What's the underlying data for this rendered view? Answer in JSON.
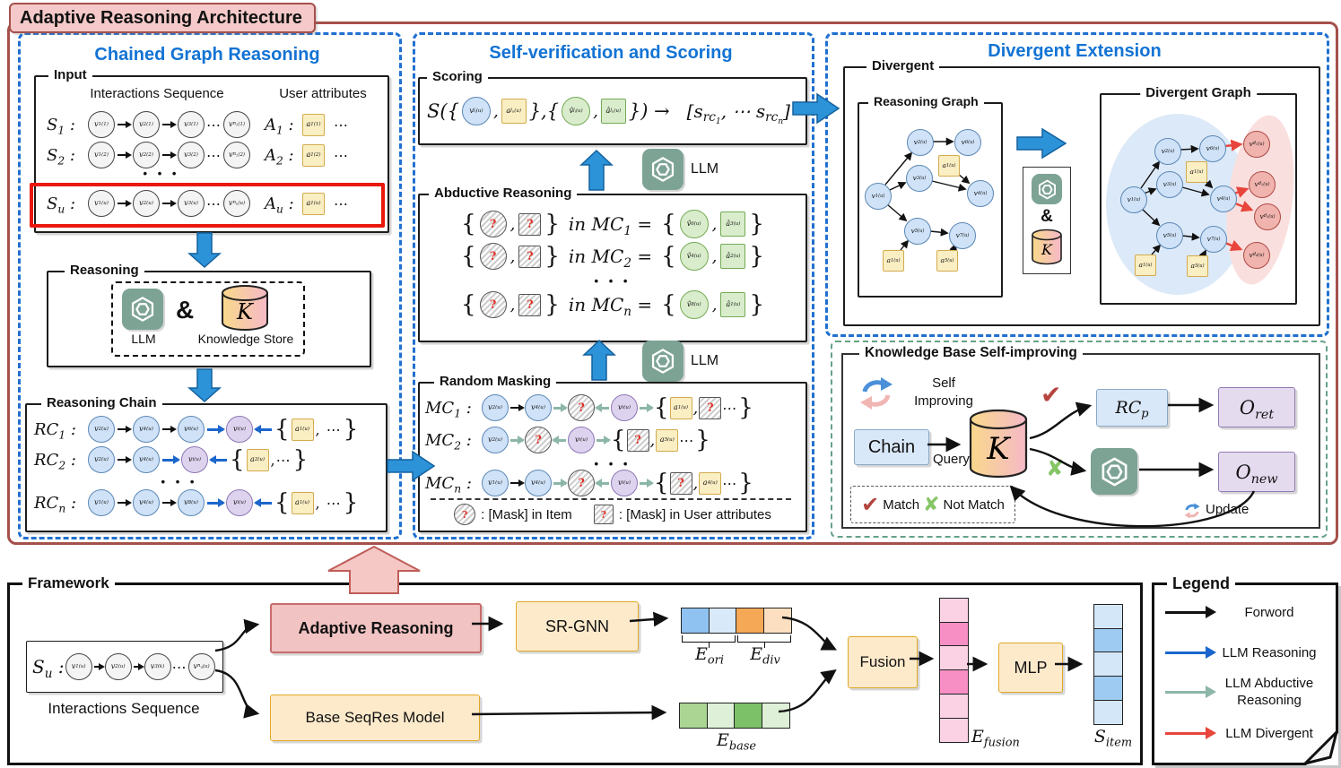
{
  "shared": {
    "brace_open": "{",
    "brace_close": "}",
    "dots": "⋯",
    "vdots": "• • •",
    "comma": ",",
    "q": "?",
    "amp": "&"
  },
  "architecture": {
    "title": "Adaptive Reasoning Architecture"
  },
  "panel_cgr": {
    "title": "Chained Graph Reasoning",
    "input": {
      "label": "Input",
      "col_seq": "Interactions Sequence",
      "col_attr": "User attributes",
      "rows": [
        {
          "s": "S_{1} :",
          "n": [
            "v_{1}^{(1)}",
            "v_{2}^{(1)}",
            "v_{3}^{(1)}"
          ],
          "nlast": "v_{n_{1}}^{(1)}",
          "a": "A_{1} :",
          "attr": "a_{1}^{(1)}"
        },
        {
          "s": "S_{2} :",
          "n": [
            "v_{1}^{(2)}",
            "v_{2}^{(2)}",
            "v_{3}^{(2)}"
          ],
          "nlast": "v_{n_{2}}^{(2)}",
          "a": "A_{2} :",
          "attr": "a_{1}^{(2)}"
        },
        {
          "s": "S_{u} :",
          "n": [
            "v_{1}^{(u)}",
            "v_{2}^{(u)}",
            "v_{3}^{(u)}"
          ],
          "nlast": "v_{n_{u}}^{(u)}",
          "a": "A_{u} :",
          "attr": "a_{1}^{(u)}"
        }
      ]
    },
    "reasoning": {
      "label": "Reasoning",
      "llm_label": "LLM",
      "k": "K",
      "ks_label": "Knowledge Store"
    },
    "chain": {
      "label": "Reasoning Chain",
      "rows": [
        {
          "name": "RC_{1} :",
          "c": [
            "v_{2}^{(u)}",
            "v_{4}^{(u)}",
            "v_{6}^{(u)}"
          ],
          "t": "v_{i}^{(u)}",
          "attr": "a_{1}^{(u)}",
          "tail": ", ⋯"
        },
        {
          "name": "RC_{2} :",
          "c": [
            "v_{2}^{(u)}",
            "v_{4}^{(u)}"
          ],
          "t": "v_{i}^{(u)}",
          "attr": "a_{2}^{(u)}",
          "tail": ",⋯"
        },
        {
          "name": "RC_{n} :",
          "c": [
            "v_{1}^{(u)}",
            "v_{4}^{(u)}",
            "v_{8}^{(u)}"
          ],
          "t": "v_{i}^{(u)}",
          "attr": "a_{1}^{(u)}",
          "tail": ", ⋯"
        }
      ]
    }
  },
  "panel_svs": {
    "title": "Self-verification and Scoring",
    "scoring": {
      "label": "Scoring",
      "prefix": "S({",
      "v": "v_{j_{i}}^{(u)}",
      "a": "a_{j_{u}}^{(u)}",
      "mid": "},{",
      "vh": "v̂_{j_{i}}^{(u)}",
      "ah": "â_{j_{u}}^{(u)}",
      "suffix": "}) →",
      "result": "[s_{rc_{1}}, ⋯ s_{rc_{n}}]"
    },
    "llm_label_1": "LLM",
    "llm_label_2": "LLM",
    "abductive": {
      "label": "Abductive Reasoning",
      "rows": [
        {
          "mc": "in MC_{1} =",
          "v": "v̂_{6}^{(u)}",
          "a": "â_{3}^{(u)}"
        },
        {
          "mc": "in MC_{2} =",
          "v": "v̂_{4}^{(u)}",
          "a": "â_{2}^{(u)}"
        },
        {
          "mc": "in MC_{n} =",
          "v": "v̂_{8}^{(u)}",
          "a": "â_{1}^{(u)}"
        }
      ]
    },
    "masking": {
      "label": "Random Masking",
      "rows": [
        {
          "name": "MC_{1} :",
          "c": [
            "v_{2}^{(u)}",
            "v_{4}^{(u)}"
          ],
          "t": "v_{i}^{(u)}",
          "attr": "a_{1}^{(u)}"
        },
        {
          "name": "MC_{2} :",
          "c": [
            "v_{2}^{(u)}"
          ],
          "t": "v_{i}^{(u)}",
          "attr": "a_{5}^{(u)}"
        },
        {
          "name": "MC_{n} :",
          "c": [
            "v_{1}^{(u)}",
            "v_{4}^{(u)}"
          ],
          "t": "v_{i}^{(u)}",
          "attr": "a_{4}^{(u)}"
        }
      ],
      "mask_item_label": ": [Mask] in Item",
      "mask_attr_label": ": [Mask] in User attributes"
    }
  },
  "panel_div": {
    "title": "Divergent Extension",
    "group_label": "Divergent",
    "rg_label": "Reasoning Graph",
    "dg_label": "Divergent Graph",
    "k": "K",
    "nodes": {
      "v1": "v_{1}^{(u)}",
      "v2": "v_{2}^{(u)}",
      "v3": "v_{3}^{(u)}",
      "v4": "v_{4}^{(u)}",
      "v5": "v_{5}^{(u)}",
      "v6": "v_{6}^{(u)}",
      "v7": "v_{7}^{(u)}",
      "a1": "a_{1}^{(u)}",
      "a5": "a_{5}^{(u)}",
      "vd1": "v_{d_{1}}^{(u)}",
      "vd2": "v_{d_{2}}^{(u)}",
      "vd3": "v_{d_{3}}^{(u)}",
      "vd4": "v_{d_{4}}^{(u)}"
    }
  },
  "panel_kb": {
    "title": "Knowledge Base Self-improving",
    "self_improving_1": "Self",
    "self_improving_2": "Improving",
    "chain": "Chain",
    "query": "Query",
    "k": "K",
    "rcp": "RC_{p}",
    "oret": "O_{ret}",
    "onew": "O_{new}",
    "check": "✔",
    "cross": "✘",
    "match": "Match",
    "not_match": "Not Match",
    "update": "Update"
  },
  "framework": {
    "label": "Framework",
    "su": "S_{u} :",
    "n": [
      "v_{1}^{(u)}",
      "v_{2}^{(u)}",
      "v_{3}^{(k)}"
    ],
    "nlast": "v_{n_{u}}^{(u)}",
    "seq_label": "Interactions Sequence",
    "adaptive": "Adaptive Reasoning",
    "base": "Base SeqRes Model",
    "srgnn": "SR-GNN",
    "e_ori": "E_{ori}",
    "e_div": "E_{div}",
    "e_base": "E_{base}",
    "fusion": "Fusion",
    "e_fusion": "E_{fusion}",
    "mlp": "MLP",
    "s_item": "S_{item}",
    "strip_ori_div": [
      "#8fc2f0",
      "#d8e9fa",
      "#f5a855",
      "#fcdfc0"
    ],
    "strip_base": [
      "#aad593",
      "#def0d8",
      "#7cc167",
      "#def0d8"
    ],
    "strip_fusion": [
      "#fbd2e4",
      "#f78fc4",
      "#fbd2e4",
      "#f78fc4",
      "#fbd2e4",
      "#fbd2e4"
    ],
    "strip_item": [
      "#d4e7f9",
      "#9ecbf2",
      "#d4e7f9",
      "#9ecbf2",
      "#d4e7f9"
    ]
  },
  "legend": {
    "label": "Legend",
    "items": [
      {
        "color": "#111111",
        "label": "Forword"
      },
      {
        "color": "#1b66cc",
        "label": "LLM Reasoning"
      },
      {
        "color": "#8cb7a8",
        "label": "LLM Abductive Reasoning"
      },
      {
        "color": "#e8453c",
        "label": "LLM Divergent"
      }
    ]
  },
  "colors": {
    "accent_blue": "#1273d4",
    "dashed_blue": "#2070d0",
    "outer_border": "#a5504b",
    "tab_pink": "#f5c9c9",
    "block_arrow_blue": "#2d93d8",
    "pink_arrow": "#f5c8c5",
    "teal_arrow": "#8cb7a8",
    "red_arrow": "#e8453c",
    "llm_green": "#7da395",
    "green_dashed": "#66a189",
    "node_blue": "#cfe2f7",
    "node_purple": "#ded3ee",
    "attr_yellow": "#faeec3",
    "green_node": "#d9edcc",
    "red_node": "#f0b3ad",
    "pink_box": "#f2c3c3",
    "orange_box": "#fdeacb",
    "blue_box": "#d9e8f8",
    "purple_box": "#e5dbef",
    "highlight_red": "#e8190c"
  }
}
